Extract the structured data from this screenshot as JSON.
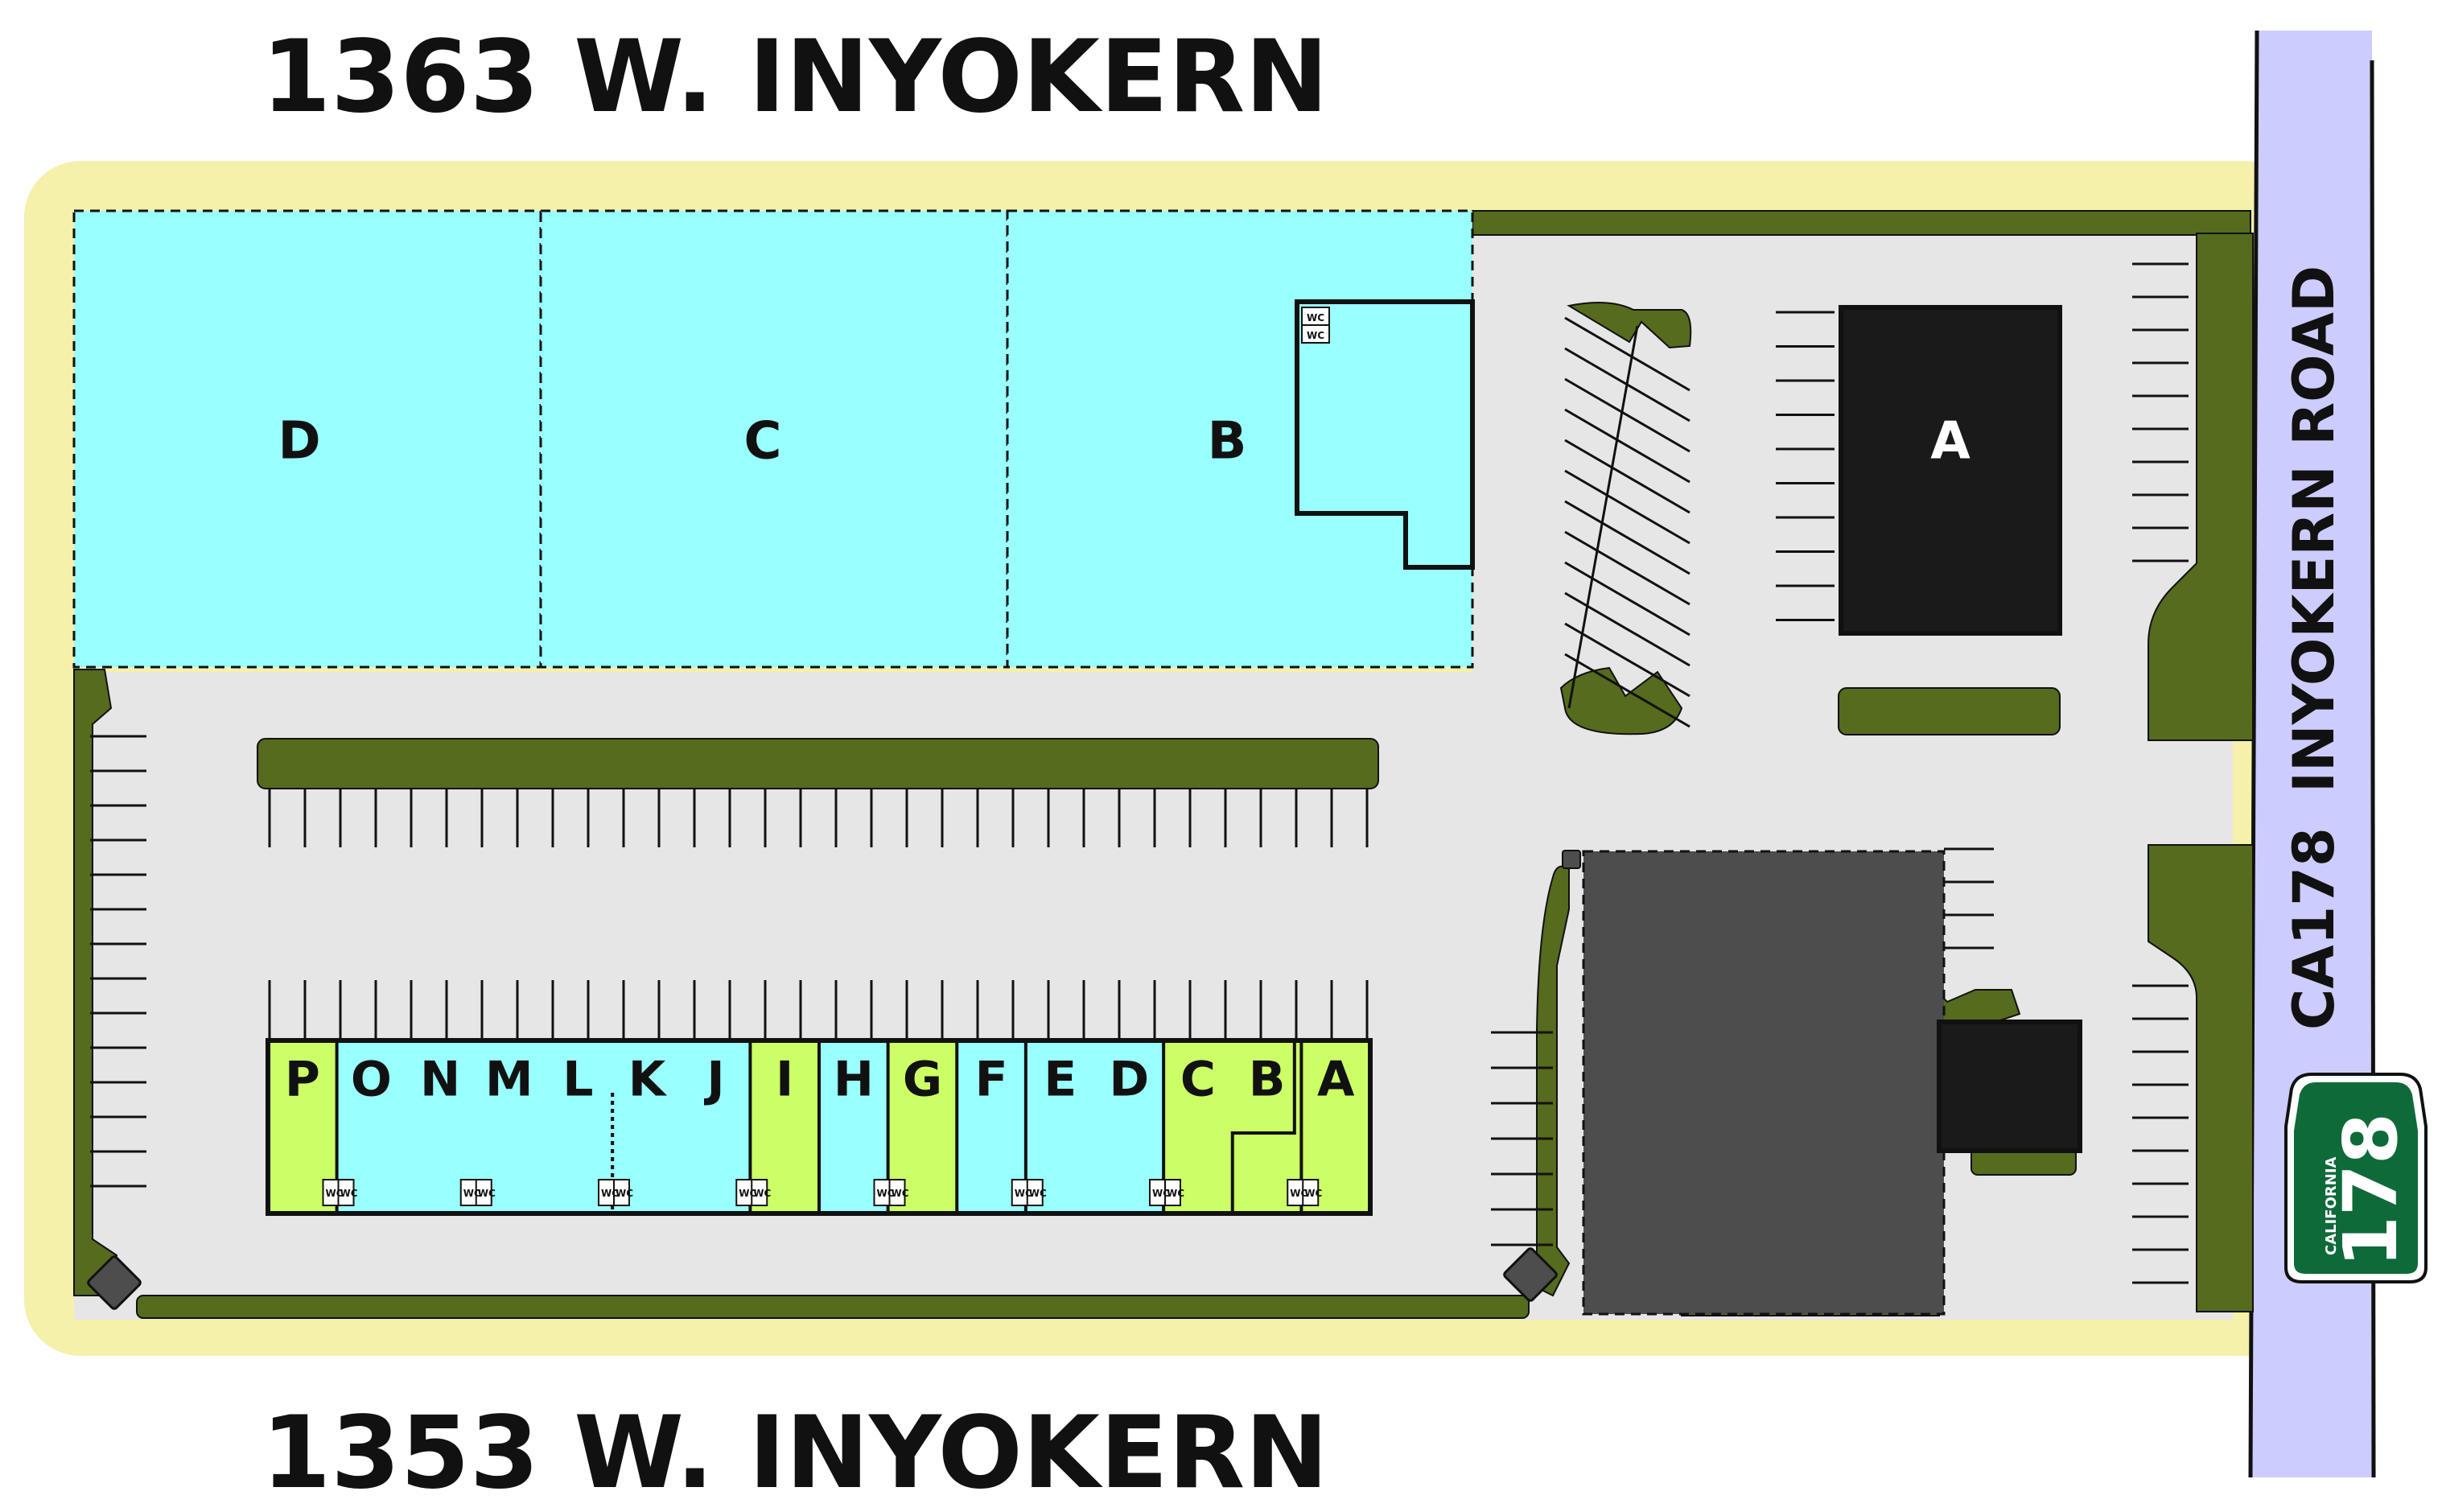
{
  "map": {
    "address_top": "1363 W. INYOKERN",
    "address_bottom": "1353 W. INYOKERN",
    "road_label": "INYOKERN ROAD",
    "highway_label": "CA178",
    "shield": {
      "state": "CALIFORNIA",
      "route": "178"
    },
    "restroom_label": "WC",
    "top_buildings": [
      {
        "id": "D",
        "label": "D"
      },
      {
        "id": "C",
        "label": "C"
      },
      {
        "id": "B",
        "label": "B"
      }
    ],
    "pad_building": {
      "id": "A",
      "label": "A"
    },
    "strip_units": [
      {
        "label": "P",
        "color": "#ccff66"
      },
      {
        "label": "O",
        "color": "#99ffff"
      },
      {
        "label": "N",
        "color": "#99ffff"
      },
      {
        "label": "M",
        "color": "#99ffff"
      },
      {
        "label": "L",
        "color": "#99ffff"
      },
      {
        "label": "K",
        "color": "#99ffff"
      },
      {
        "label": "J",
        "color": "#99ffff"
      },
      {
        "label": "I",
        "color": "#ccff66"
      },
      {
        "label": "H",
        "color": "#99ffff"
      },
      {
        "label": "G",
        "color": "#ccff66"
      },
      {
        "label": "F",
        "color": "#99ffff"
      },
      {
        "label": "E",
        "color": "#99ffff"
      },
      {
        "label": "D",
        "color": "#99ffff"
      },
      {
        "label": "C",
        "color": "#ccff66"
      },
      {
        "label": "B",
        "color": "#ccff66"
      },
      {
        "label": "A",
        "color": "#ccff66"
      }
    ],
    "colors": {
      "border_yellow": "#f5f0aa",
      "parking": "#e6e6e6",
      "landscape": "#556b1e",
      "available_cyan": "#99ffff",
      "available_green": "#ccff66",
      "building_dark": "#1a1a1a",
      "building_gray": "#4d4d4d",
      "road": "#ccccff",
      "shield_green": "#0f6a3a"
    }
  }
}
